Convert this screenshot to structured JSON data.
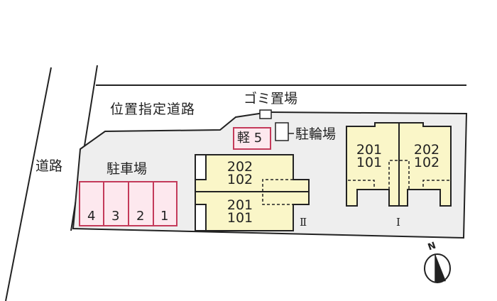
{
  "labels": {
    "road": "道路",
    "designated_road": "位置指定道路",
    "garbage": "ゴミ置場",
    "bicycle": "駐輪場",
    "parking": "駐車場",
    "kei_parking": "軽 5"
  },
  "parking_spaces": [
    "4",
    "3",
    "2",
    "1"
  ],
  "building_II": {
    "name": "Ⅱ",
    "upper": [
      "202",
      "102"
    ],
    "lower": [
      "201",
      "101"
    ]
  },
  "building_I": {
    "name": "Ⅰ",
    "left": [
      "201",
      "101"
    ],
    "right": [
      "202",
      "102"
    ]
  },
  "compass": "N",
  "colors": {
    "lot": "#eeeeee",
    "building": "#faf6c8",
    "parking": "#fde8ee",
    "parking_border": "#c43a5a"
  }
}
